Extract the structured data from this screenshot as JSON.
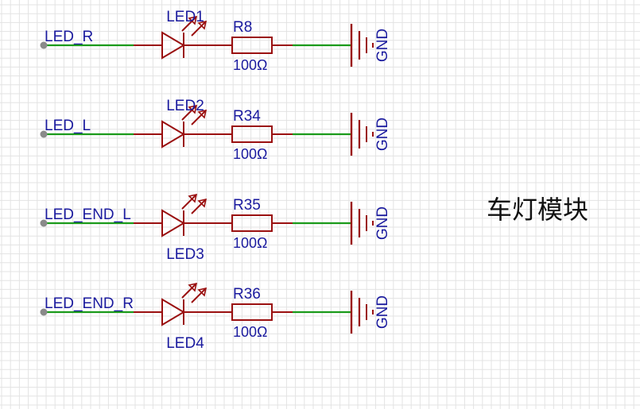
{
  "module_title": "车灯模块",
  "rows": [
    {
      "net": "LED_R",
      "led": "LED1",
      "led_label_pos": "above",
      "resistor": "R8",
      "value": "100Ω",
      "ground": "GND"
    },
    {
      "net": "LED_L",
      "led": "LED2",
      "led_label_pos": "above",
      "resistor": "R34",
      "value": "100Ω",
      "ground": "GND"
    },
    {
      "net": "LED_END_L",
      "led": "LED3",
      "led_label_pos": "below",
      "resistor": "R35",
      "value": "100Ω",
      "ground": "GND"
    },
    {
      "net": "LED_END_R",
      "led": "LED4",
      "led_label_pos": "below",
      "resistor": "R36",
      "value": "100Ω",
      "ground": "GND"
    }
  ],
  "colors": {
    "background": "#ffffff",
    "grid": "#e3e3e3",
    "wire": "#1a9a1a",
    "component": "#9a1010",
    "text_blue": "#1a1a9e",
    "title_text": "#111111",
    "pin_dot": "#8a8a8a"
  }
}
